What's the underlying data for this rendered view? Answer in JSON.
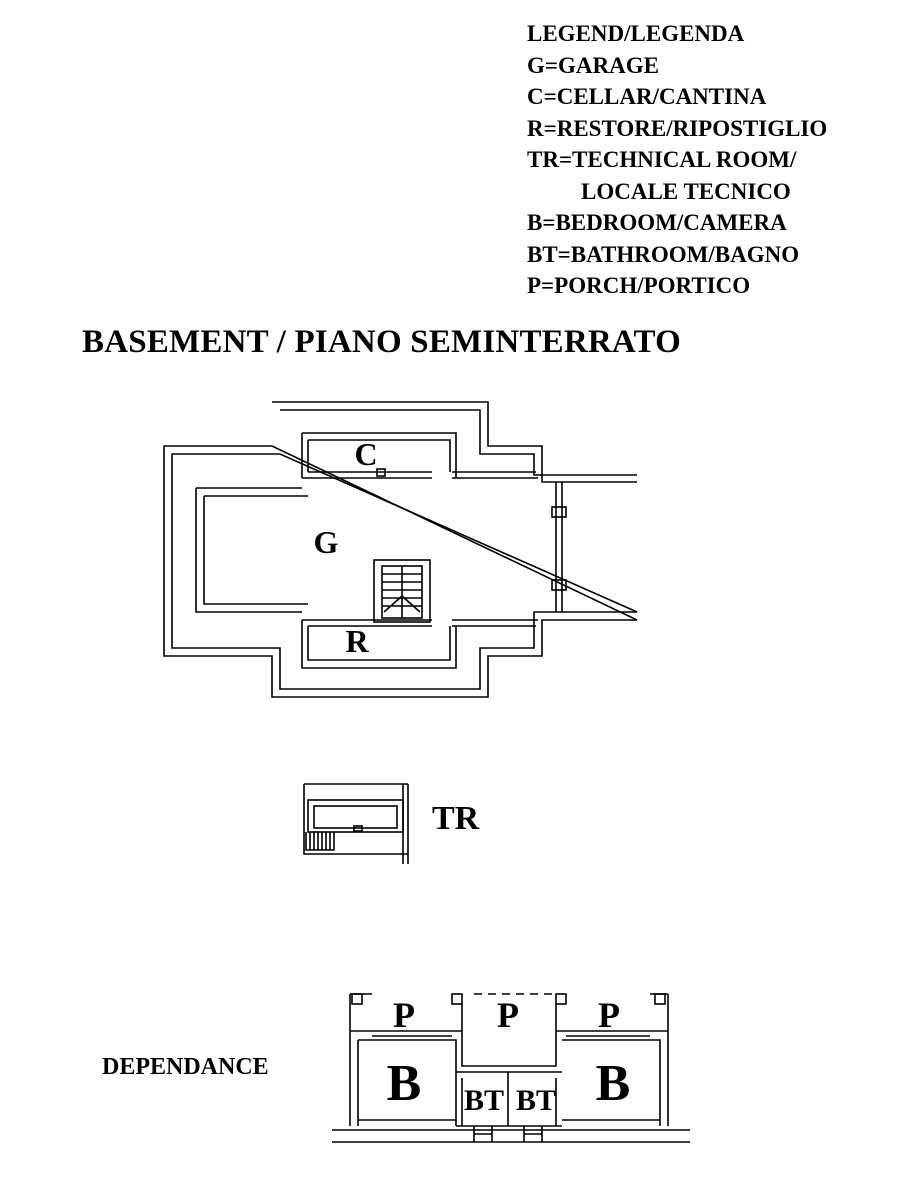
{
  "legend": {
    "heading": "LEGEND/LEGENDA",
    "items": [
      "G=GARAGE",
      "C=CELLAR/CANTINA",
      "R=RESTORE/RIPOSTIGLIO",
      "TR=TECHNICAL ROOM/",
      "LOCALE TECNICO",
      "B=BEDROOM/CAMERA",
      "BT=BATHROOM/BAGNO",
      "P=PORCH/PORTICO"
    ]
  },
  "basement": {
    "title": "BASEMENT / PIANO SEMINTERRATO",
    "rooms": {
      "cellar": "C",
      "garage": "G",
      "restore": "R"
    }
  },
  "technical": {
    "label": "TR"
  },
  "dependance": {
    "label": "DEPENDANCE",
    "rooms": {
      "porch_left": "P",
      "porch_center": "P",
      "porch_right": "P",
      "bedroom_left": "B",
      "bedroom_right": "B",
      "bath_left": "BT",
      "bath_right": "BT"
    }
  }
}
